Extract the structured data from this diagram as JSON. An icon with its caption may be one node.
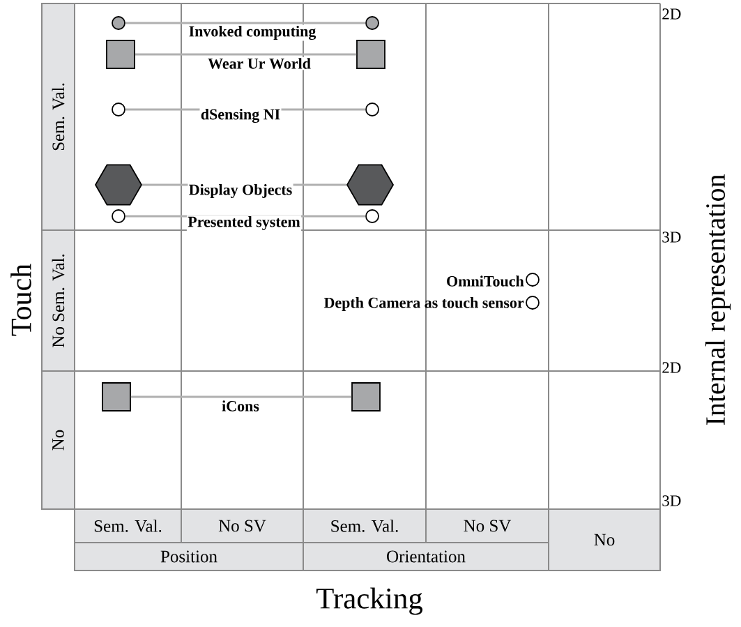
{
  "diagram": {
    "nodes": [
      {
        "text": [],
        "shape": "circle"
      },
      {
        "text": [],
        "shape": "circle"
      },
      {
        "text": [],
        "shape": "box"
      },
      {
        "text": [],
        "shape": "box"
      },
      {
        "text": [],
        "shape": "circle"
      },
      {
        "text": [],
        "shape": "circle"
      },
      {
        "text": [],
        "shape": "hexagon"
      },
      {
        "text": [],
        "shape": "hexagon"
      },
      {
        "text": [],
        "shape": "circle"
      },
      {
        "text": [],
        "shape": "circle"
      },
      {
        "text": [],
        "shape": "circle",
        "beside": [
          "OmniTouch"
        ]
      },
      {
        "text": [],
        "shape": "circle",
        "beside": [
          "Depth Camera as touch sensor"
        ]
      },
      {
        "text": [],
        "shape": "box"
      },
      {
        "text": [],
        "shape": "box"
      }
    ],
    "edges": [
      {
        "from": 0,
        "to": 1,
        "arrow": "none",
        "label": "Invoked computing"
      },
      {
        "from": 2,
        "to": 3,
        "arrow": "none",
        "label": "Wear Ur World"
      },
      {
        "from": 4,
        "to": 5,
        "arrow": "none",
        "label": "dSensing NI"
      },
      {
        "from": 6,
        "to": 7,
        "arrow": "none",
        "label": "Display Objects"
      },
      {
        "from": 8,
        "to": 9,
        "arrow": "none",
        "label": "Presented system"
      },
      {
        "from": 12,
        "to": 13,
        "arrow": "none",
        "label": "iCons"
      }
    ],
    "labels": [
      "2D",
      "Sem. Val.",
      "3D",
      "Touch",
      "No Sem. Val.",
      "Internal representation",
      "2D",
      "No",
      "3D",
      "Sem. Val.",
      "No SV",
      "Sem. Val.",
      "No SV",
      "No",
      "Position",
      "Orientation",
      "Tracking"
    ]
  }
}
